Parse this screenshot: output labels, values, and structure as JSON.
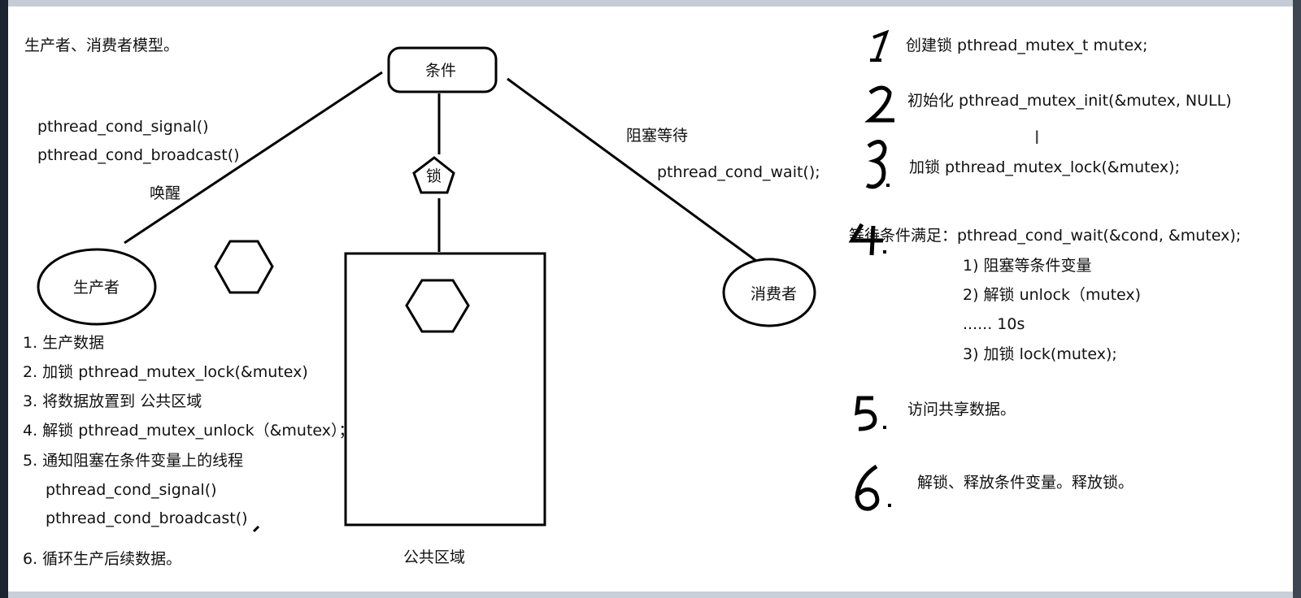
{
  "diagram": {
    "title": "生产者、消费者模型。",
    "condition_label": "条件",
    "lock_label": "锁",
    "producer_label": "生产者",
    "consumer_label": "消费者",
    "public_area_label": "公共区域",
    "wake_funcs": [
      "pthread_cond_signal()",
      "pthread_cond_broadcast()"
    ],
    "wake_label": "唤醒",
    "block_label": "阻塞等待",
    "wait_func": "pthread_cond_wait();",
    "producer_steps": [
      "1.  生产数据",
      "2. 加锁 pthread_mutex_lock(&mutex)",
      "3. 将数据放置到 公共区域",
      "4. 解锁 pthread_mutex_unlock（&mutex）；",
      "5. 通知阻塞在条件变量上的线程",
      "pthread_cond_signal()",
      "pthread_cond_broadcast()",
      "6. 循环生产后续数据。"
    ]
  },
  "consumer_steps": {
    "numbers": [
      "1",
      "2",
      "3",
      "4",
      "5",
      "6"
    ],
    "step1": "创建锁  pthread_mutex_t mutex;",
    "step2": "初始化 pthread_mutex_init(&mutex, NULL)",
    "step3": "加锁 pthread_mutex_lock(&mutex);",
    "step4": "等待条件满足：pthread_cond_wait(&cond, &mutex);",
    "step4_sub": [
      "1) 阻塞等条件变量",
      "2)  解锁 unlock（mutex)",
      "...... 10s",
      "3) 加锁 lock(mutex);"
    ],
    "step5": "访问共享数据。",
    "step6": "解锁、释放条件变量。释放锁。"
  }
}
